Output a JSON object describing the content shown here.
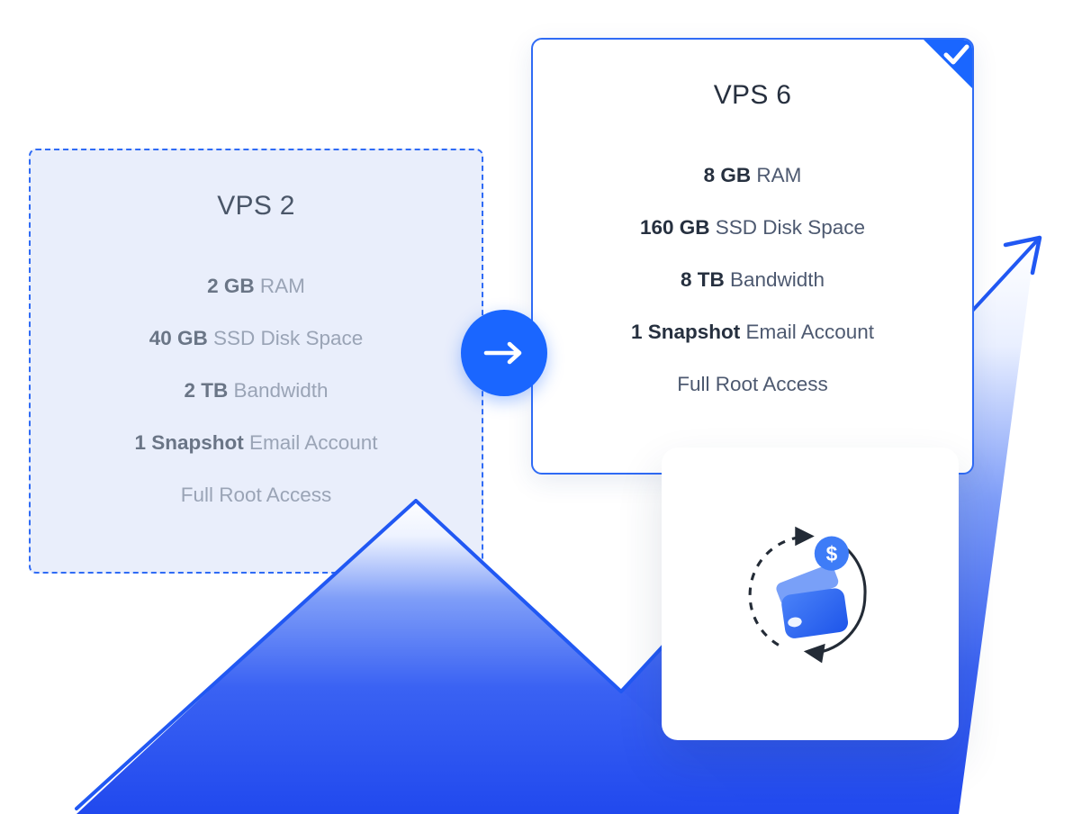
{
  "current_plan": {
    "title": "VPS 2",
    "specs": [
      {
        "value": "2 GB",
        "label": "RAM"
      },
      {
        "value": "40 GB",
        "label": "SSD Disk Space"
      },
      {
        "value": "2 TB",
        "label": "Bandwidth"
      },
      {
        "value": "1 Snapshot",
        "label": "Email Account"
      },
      {
        "value": "",
        "label": "Full Root Access"
      }
    ]
  },
  "upgrade_plan": {
    "title": "VPS 6",
    "specs": [
      {
        "value": "8 GB",
        "label": "RAM"
      },
      {
        "value": "160 GB",
        "label": "SSD Disk Space"
      },
      {
        "value": "8 TB",
        "label": "Bandwidth"
      },
      {
        "value": "1 Snapshot",
        "label": "Email Account"
      },
      {
        "value": "",
        "label": "Full Root Access"
      }
    ]
  },
  "icons": {
    "transition": "arrow-right-icon",
    "selected": "check-icon",
    "money_back": "money-back-wallet-icon",
    "coin_symbol": "$"
  },
  "colors": {
    "accent_blue": "#1a66ff",
    "card_border_blue": "#2f6bf5",
    "mountain_blue": "#2149ee",
    "current_card_bg": "#e9eefb"
  }
}
